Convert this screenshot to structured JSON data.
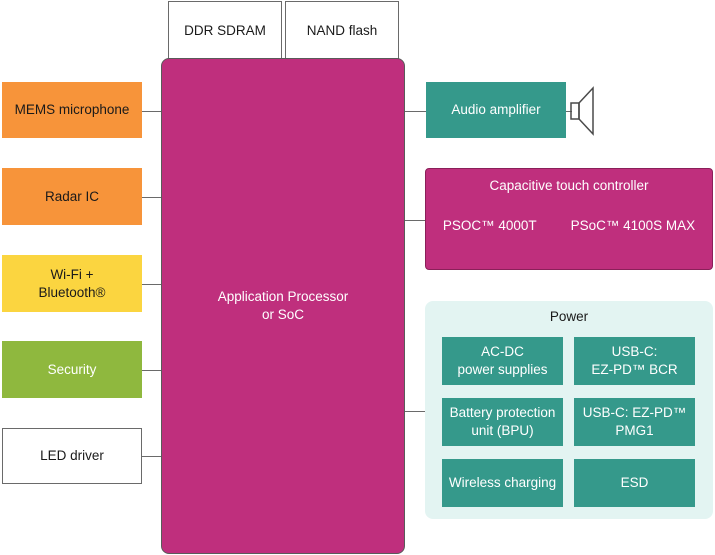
{
  "memory": {
    "ddr": "DDR SDRAM",
    "nand": "NAND flash"
  },
  "left_blocks": {
    "mems": "MEMS microphone",
    "radar": "Radar IC",
    "wifi": "Wi-Fi +\nBluetooth®",
    "security": "Security",
    "led": "LED driver"
  },
  "soc": {
    "label": "Application Processor\nor SoC"
  },
  "audio": {
    "amplifier": "Audio amplifier",
    "speaker_icon": "speaker-icon"
  },
  "touch": {
    "title": "Capacitive touch controller",
    "item1": "PSOC™ 4000T",
    "item2": "PSoC™ 4100S MAX"
  },
  "power": {
    "title": "Power",
    "acdc": "AC-DC\npower supplies",
    "usb_bcr": "USB-C:\nEZ-PD™ BCR",
    "battery": "Battery protection\nunit (BPU)",
    "usb_pmg": "USB-C: EZ-PD™\nPMG1",
    "wireless": "Wireless charging",
    "esd": "ESD"
  },
  "colors": {
    "orange": "#f7943a",
    "yellow": "#fbd540",
    "green": "#8fb83e",
    "teal": "#35998b",
    "magenta": "#bf2f7d",
    "power_panel": "#e3f4f2"
  }
}
